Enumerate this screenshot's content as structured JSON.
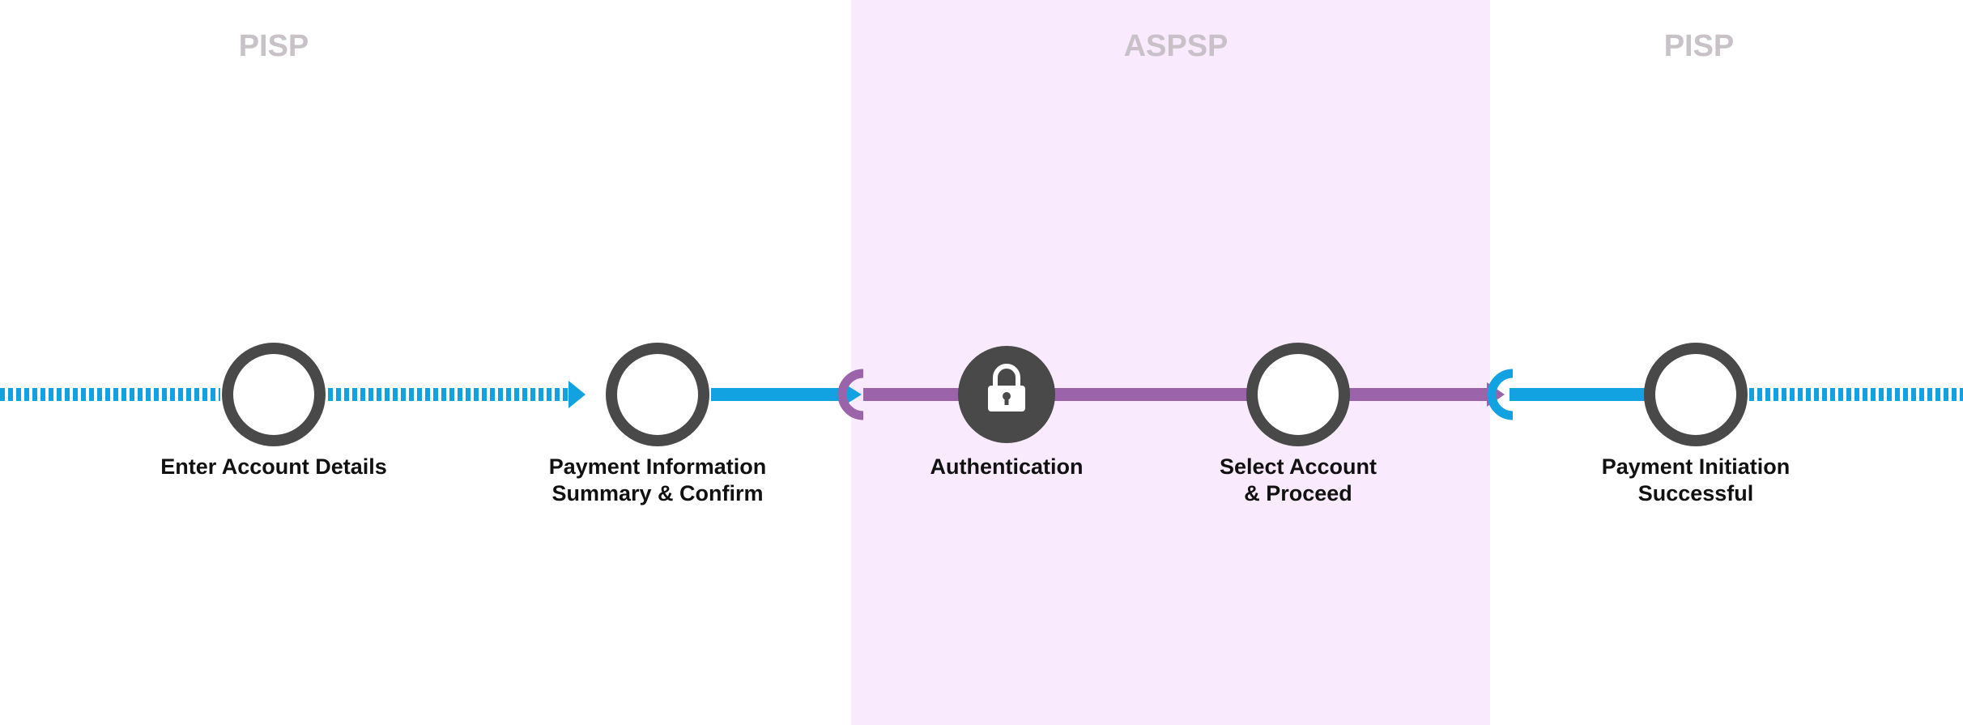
{
  "colors": {
    "blue": "#12a1e1",
    "purple": "#9b63a9",
    "dark": "#494949",
    "zone_tint": "#f9eafd",
    "zone_label": "#c8c2c8"
  },
  "zones": [
    {
      "label": "PISP"
    },
    {
      "label": "ASPSP"
    },
    {
      "label": "PISP"
    }
  ],
  "steps": [
    {
      "label": "Enter Account Details",
      "icon": "circle-node-icon"
    },
    {
      "label": "Payment Information\nSummary & Confirm",
      "icon": "circle-node-icon"
    },
    {
      "label": "Authentication",
      "icon": "lock-icon"
    },
    {
      "label": "Select Account\n& Proceed",
      "icon": "circle-node-icon"
    },
    {
      "label": "Payment Initiation\nSuccessful",
      "icon": "circle-node-icon"
    }
  ]
}
